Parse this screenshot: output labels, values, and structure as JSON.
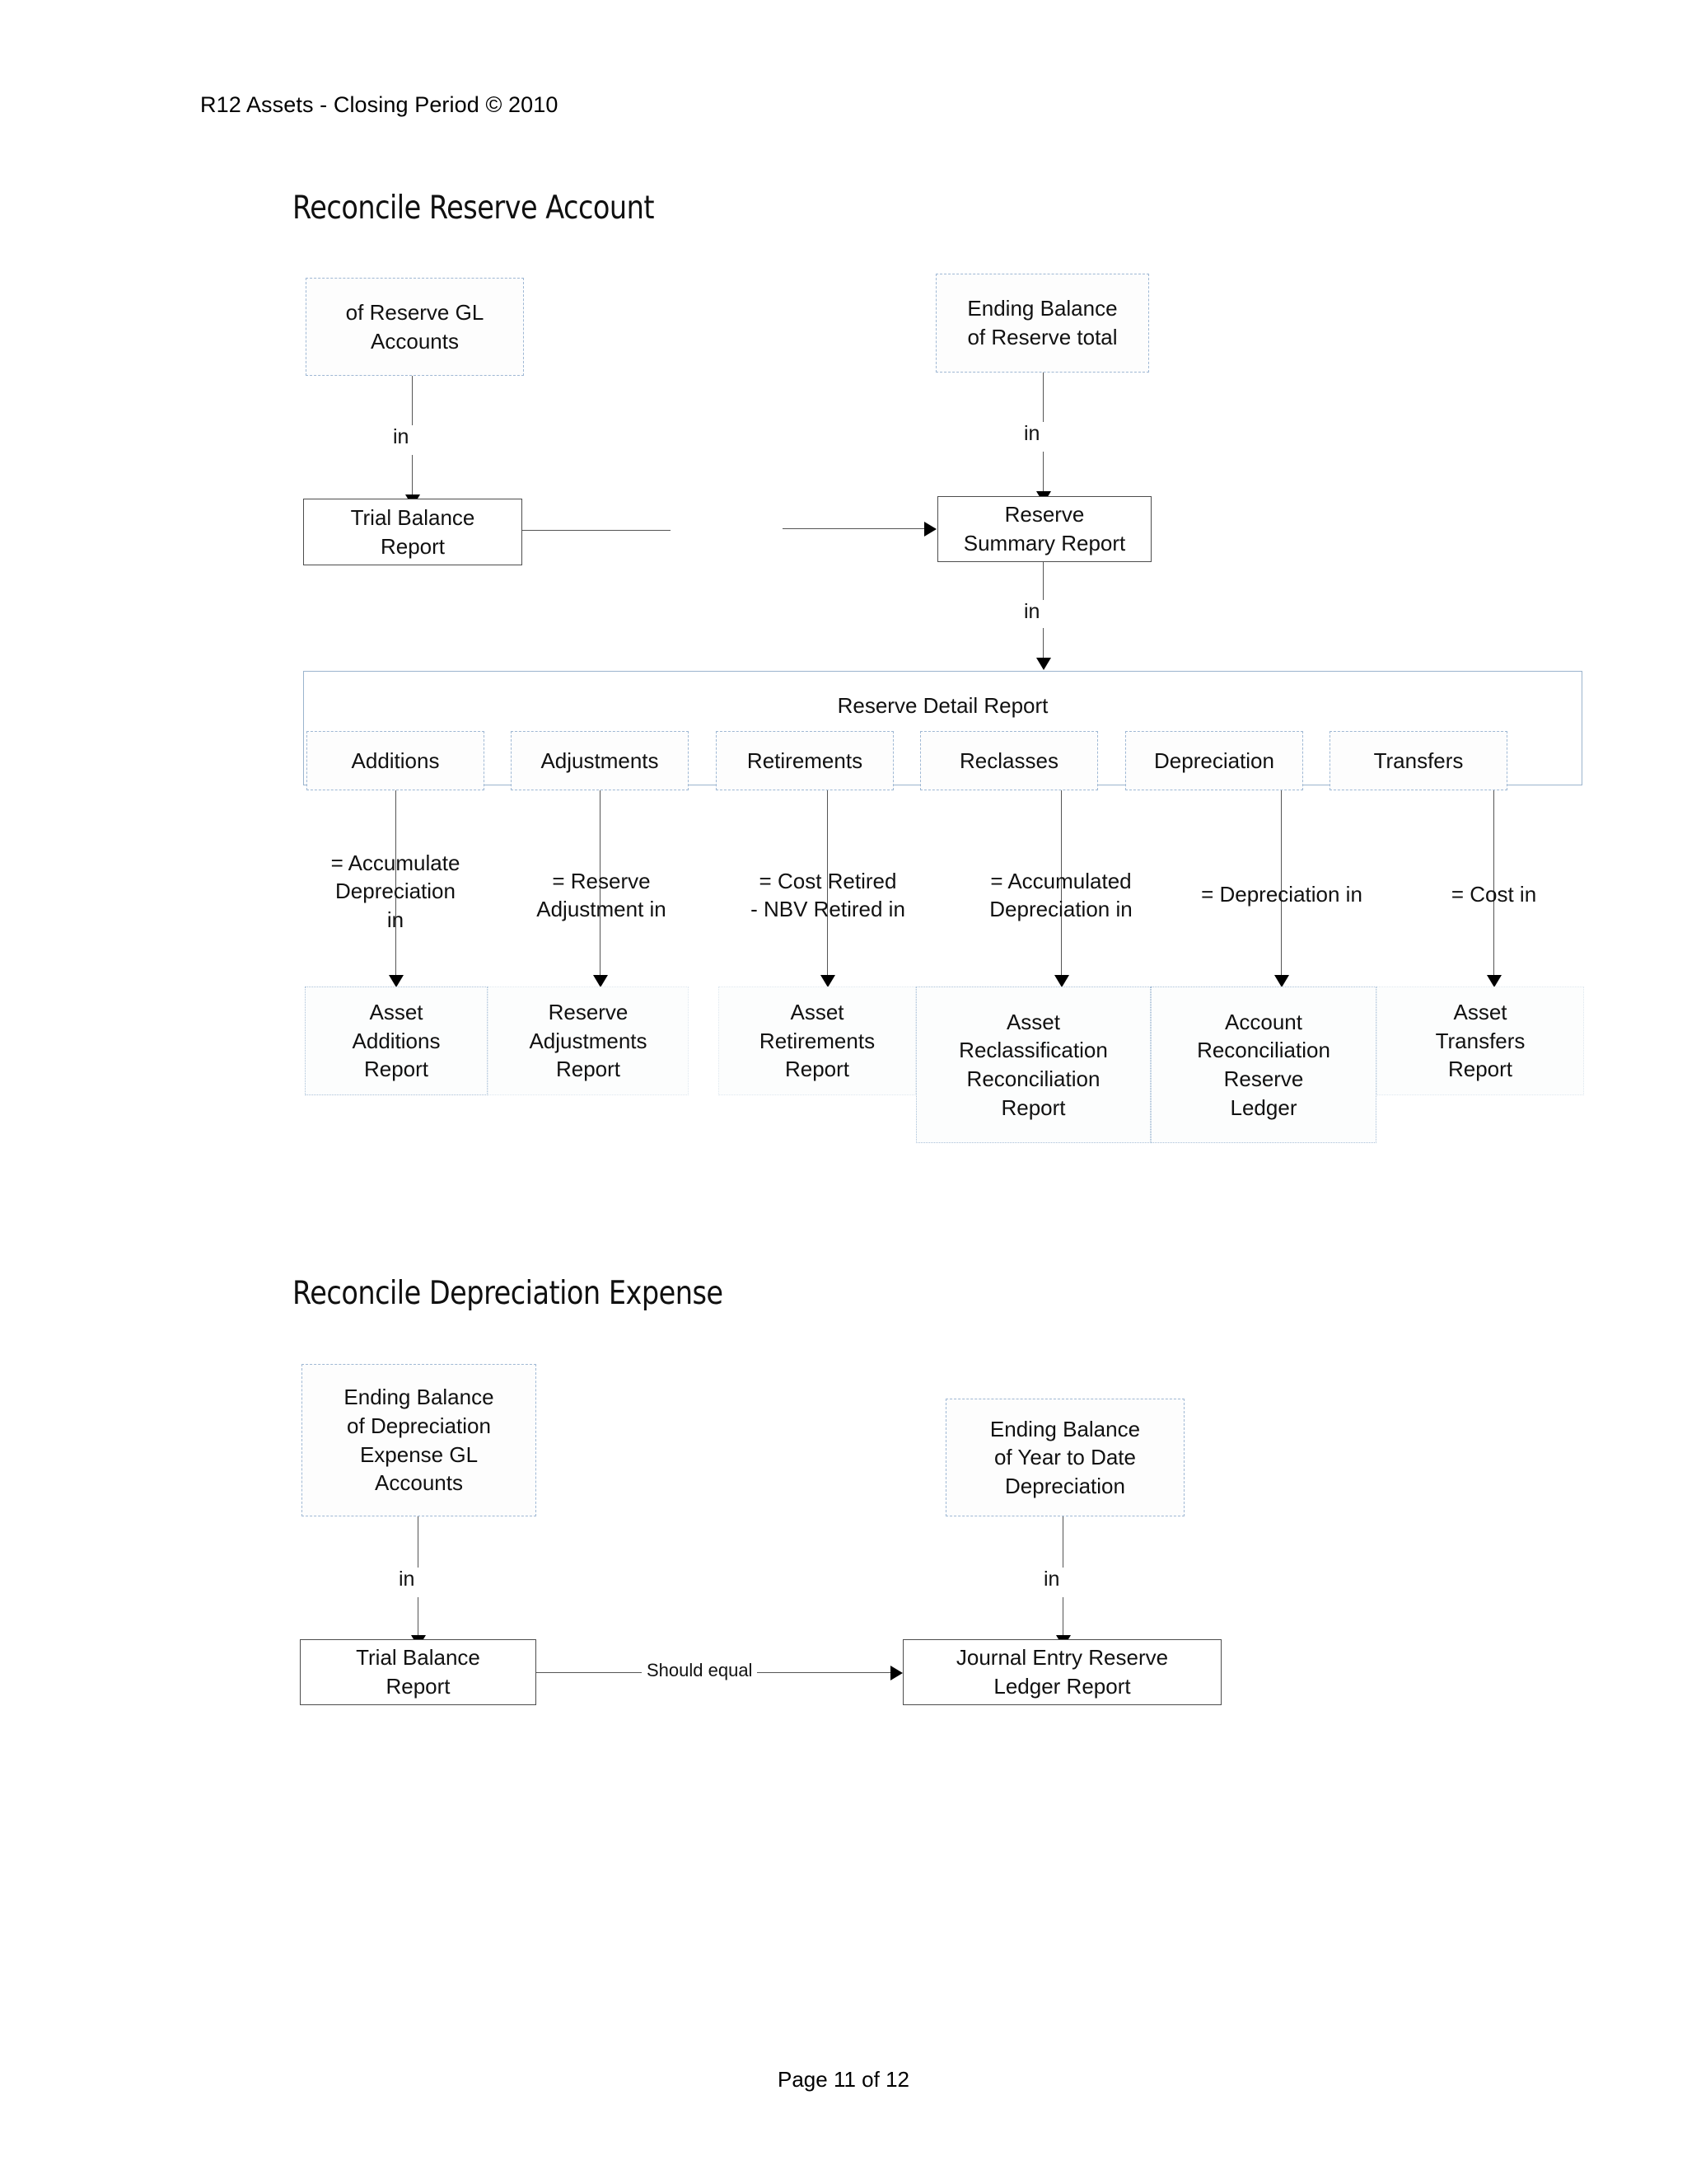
{
  "document": {
    "header": "R12 Assets - Closing Period © 2010",
    "footer": "Page 11 of 12"
  },
  "sections": [
    {
      "title": "Reconcile Reserve Account",
      "nodes": {
        "reserve_gl_accounts": "of Reserve GL\nAccounts",
        "ending_balance_reserve_total": "Ending Balance\nof Reserve total",
        "trial_balance_report": "Trial Balance\nReport",
        "reserve_summary_report": "Reserve\nSummary Report",
        "reserve_detail_report": "Reserve Detail Report"
      },
      "edge_labels": {
        "gl_to_trial": "in",
        "balance_to_summary": "in",
        "summary_to_detail": "in"
      },
      "columns": [
        {
          "header": "Additions",
          "calc": "= Accumulate\nDepreciation\nin",
          "report": "Asset\nAdditions\nReport"
        },
        {
          "header": "Adjustments",
          "calc": "= Reserve\nAdjustment in",
          "report": "Reserve\nAdjustments\nReport"
        },
        {
          "header": "Retirements",
          "calc": "= Cost Retired\n- NBV Retired in",
          "report": "Asset\nRetirements\nReport"
        },
        {
          "header": "Reclasses",
          "calc": "= Accumulated\nDepreciation in",
          "report": "Asset\nReclassification\nReconciliation\nReport"
        },
        {
          "header": "Depreciation",
          "calc": "= Depreciation in",
          "report": "Account\nReconciliation\nReserve\nLedger"
        },
        {
          "header": "Transfers",
          "calc": "= Cost in",
          "report": "Asset\nTransfers\nReport"
        }
      ]
    },
    {
      "title": "Reconcile Depreciation Expense",
      "nodes": {
        "ending_balance_depreciation_expense_gl": "Ending Balance\nof Depreciation\nExpense GL\nAccounts",
        "ending_balance_ytd_depreciation": "Ending Balance\nof Year to Date\nDepreciation",
        "trial_balance_report": "Trial Balance\nReport",
        "journal_entry_reserve_ledger_report": "Journal Entry Reserve\nLedger Report"
      },
      "edge_labels": {
        "gl_to_trial": "in",
        "ytd_to_journal": "in",
        "trial_to_journal": "Should equal"
      }
    }
  ],
  "colors": {
    "dashed_border": "#9fb8d4",
    "solid_border": "#4d4d4d",
    "container_border": "#9bb4cd",
    "connector": "#555555",
    "text": "#111111"
  }
}
